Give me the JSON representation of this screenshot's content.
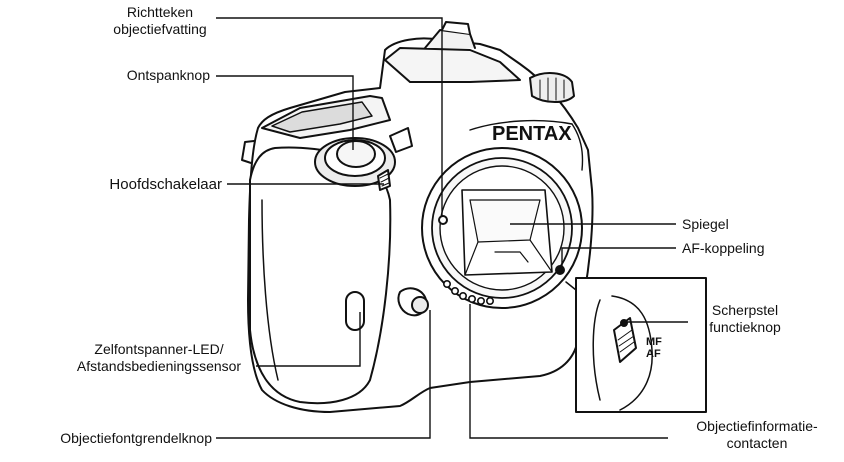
{
  "brand": "PENTAX",
  "inset_switch": {
    "mf": "MF",
    "af": "AF"
  },
  "callouts": {
    "mount_index": [
      "Richtteken",
      "objectiefvatting"
    ],
    "shutter_release": "Ontspanknop",
    "main_switch": "Hoofdschakelaar",
    "self_timer": [
      "Zelfontspanner-LED/",
      "Afstandsbedieningssensor"
    ],
    "lens_unlock": "Objectiefontgrendelknop",
    "mirror": "Spiegel",
    "af_coupler": "AF-koppeling",
    "focus_mode": [
      "Scherpstel",
      "functieknop"
    ],
    "lens_contacts": [
      "Objectiefinformatie-",
      "contacten"
    ]
  }
}
